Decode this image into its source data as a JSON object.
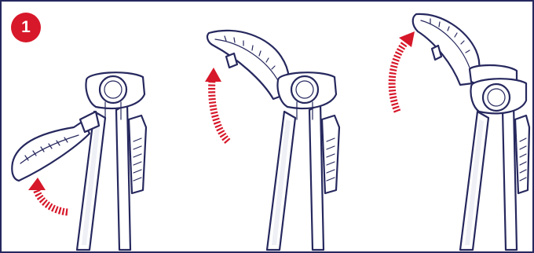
{
  "step": {
    "number": "1"
  },
  "colors": {
    "outline": "#26285e",
    "accent": "#d7182a",
    "background": "#ffffff"
  },
  "panels": [
    {
      "name": "tray-lowered",
      "arrow": "up-left"
    },
    {
      "name": "tray-raising",
      "arrow": "up"
    },
    {
      "name": "tray-raised",
      "arrow": "up-right"
    }
  ]
}
